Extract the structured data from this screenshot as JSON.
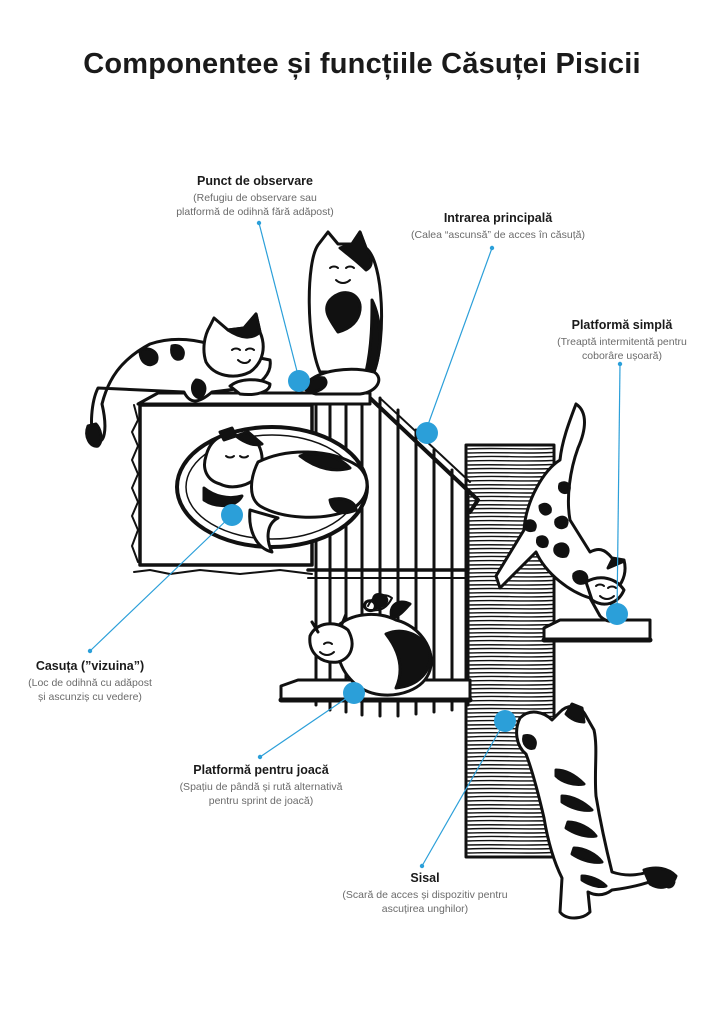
{
  "title": "Componentee și funcțiile Căsuței Pisicii",
  "accent_color": "#2b9fd9",
  "labels": {
    "punct": {
      "title": "Punct de observare",
      "desc1": "(Refugiu de observare sau",
      "desc2": "platformă de odihnă fără adăpost)"
    },
    "intrare": {
      "title": "Intrarea principală",
      "desc1": "(Calea “ascunsă” de acces în căsuță)"
    },
    "simpla": {
      "title": "Platformă simplă",
      "desc1": "(Treaptă intermitentă pentru",
      "desc2": "coborâre ușoară)"
    },
    "casuta": {
      "title": "Casuța (”vizuina”)",
      "desc1": "(Loc de odihnă cu adăpost",
      "desc2": "și ascunziș cu vedere)"
    },
    "joaca": {
      "title": "Platformă pentru joacă",
      "desc1": "(Spațiu de pândă și rută alternativă",
      "desc2": "pentru sprint de joacă)"
    },
    "sisal": {
      "title": "Sisal",
      "desc1": "(Scară de acces și dispozitiv pentru",
      "desc2": "ascuțirea unghilor)"
    }
  }
}
